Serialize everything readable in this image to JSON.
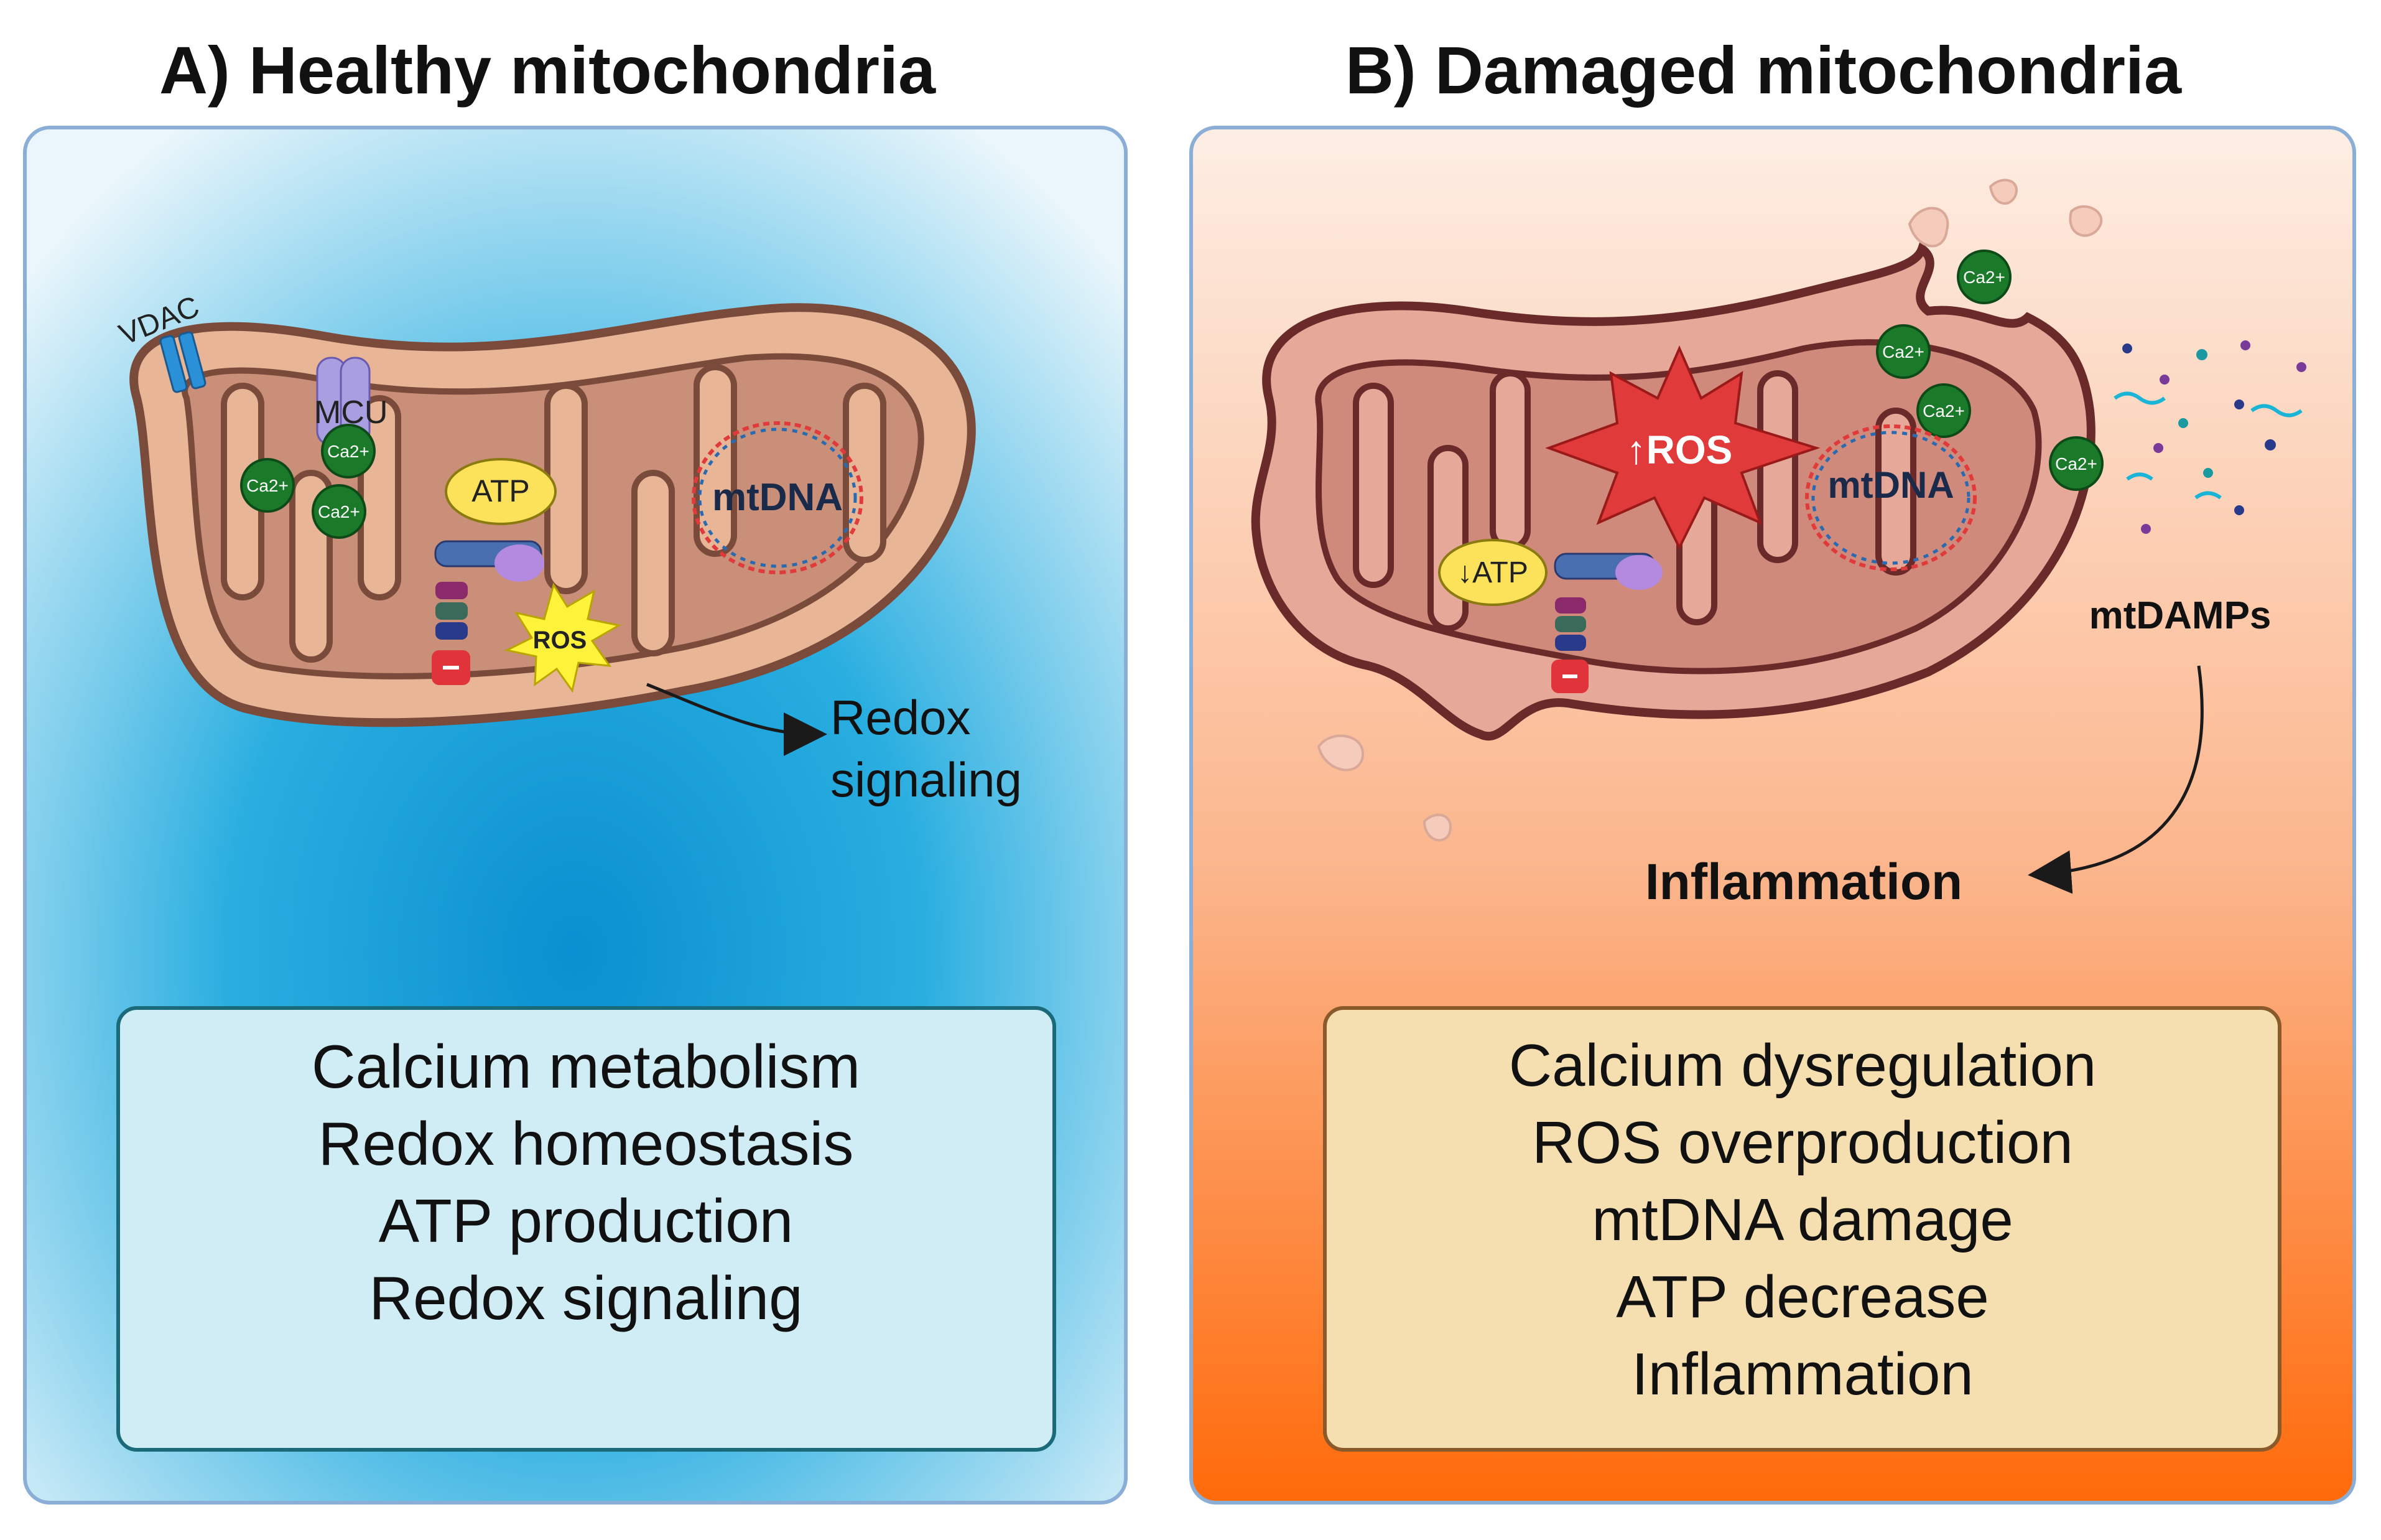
{
  "panel_a": {
    "title": "A) Healthy mitochondria",
    "labels": {
      "vdac": "VDAC",
      "mcu": "MCU",
      "calcium": "Ca2+",
      "atp": "ATP",
      "ros": "ROS",
      "mtdna": "mtDNA",
      "redox_line1": "Redox",
      "redox_line2": "signaling"
    },
    "summary": [
      "Calcium metabolism",
      "Redox homeostasis",
      "ATP production",
      "Redox signaling"
    ]
  },
  "panel_b": {
    "title": "B) Damaged mitochondria",
    "labels": {
      "calcium": "Ca2+",
      "ros": "↑ROS",
      "atp": "↓ATP",
      "mtdna": "mtDNA",
      "mtdamps": "mtDAMPs",
      "inflammation": "Inflammation"
    },
    "summary": [
      "Calcium dysregulation",
      "ROS overproduction",
      "mtDNA damage",
      "ATP decrease",
      "Inflammation"
    ]
  },
  "colors": {
    "healthy_bg": "#1aa6d8",
    "damaged_bg": "#ff7a1a",
    "mito_fill": "#e8b596",
    "mito_outline": "#7a4a3a",
    "calcium": "#1a7a2a",
    "atp": "#fbe25a",
    "ros_healthy": "#fff23a",
    "ros_damaged": "#e03a3a"
  }
}
